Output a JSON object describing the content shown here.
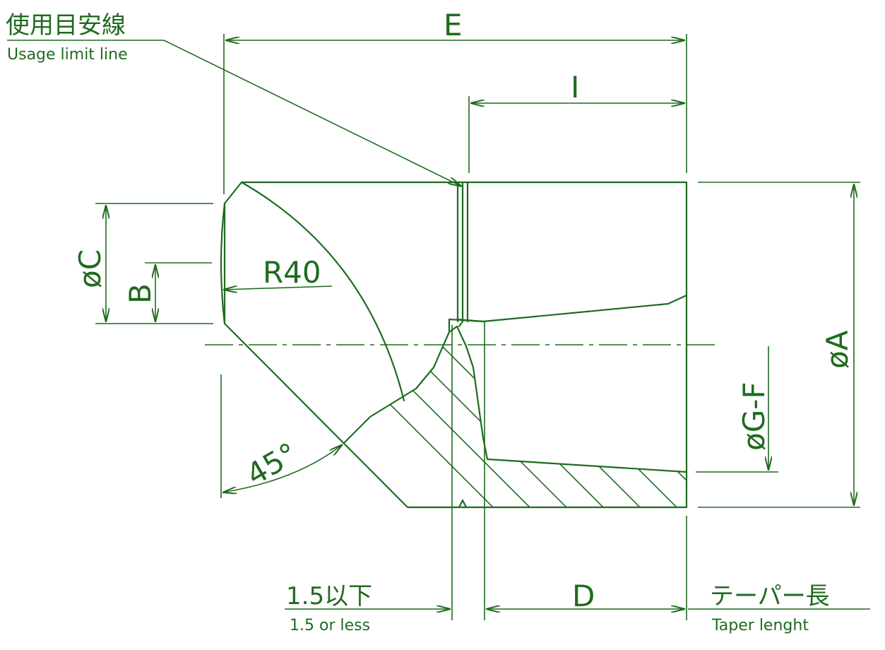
{
  "notes": {
    "usage_jp": "使用目安線",
    "usage_en": "Usage limit line",
    "limit_jp": "1.5以下",
    "limit_en": "1.5 or less",
    "taper_jp": "テーパー長",
    "taper_en": "Taper lenght"
  },
  "dimensions": {
    "E": "E",
    "I": "I",
    "D": "D",
    "C": "øC",
    "B": "B",
    "A": "øA",
    "GF": "øG-F",
    "R": "R40",
    "angle": "45°"
  },
  "colors": {
    "line": "#1f6b1f",
    "background": "#ffffff"
  }
}
